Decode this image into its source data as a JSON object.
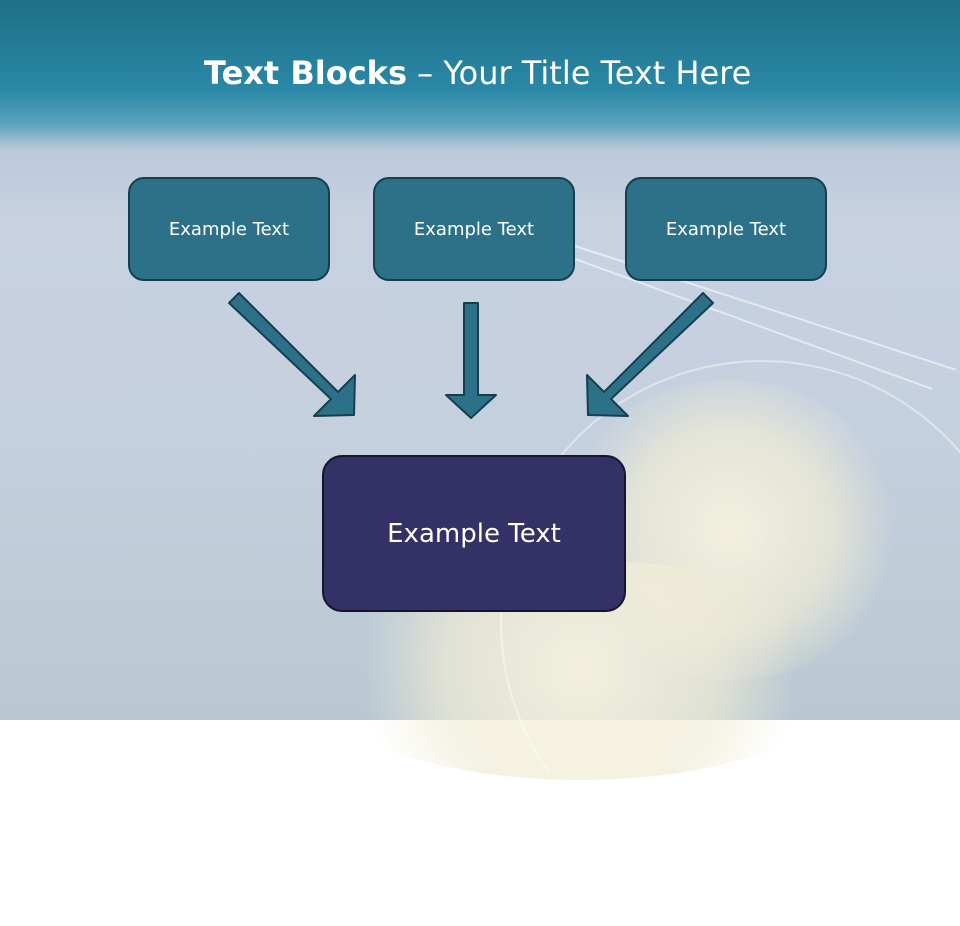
{
  "slide": {
    "title_bold": "Text Blocks",
    "title_dash": " – ",
    "title_rest": "Your Title Text Here"
  },
  "blocks": {
    "top": [
      "Example Text",
      "Example Text",
      "Example Text"
    ],
    "bottom": "Example Text"
  },
  "colors": {
    "header": "#2a88a6",
    "top_box": "#2d7188",
    "bottom_box": "#343166",
    "arrow_fill": "#2d7188",
    "arrow_stroke": "#153f50"
  }
}
